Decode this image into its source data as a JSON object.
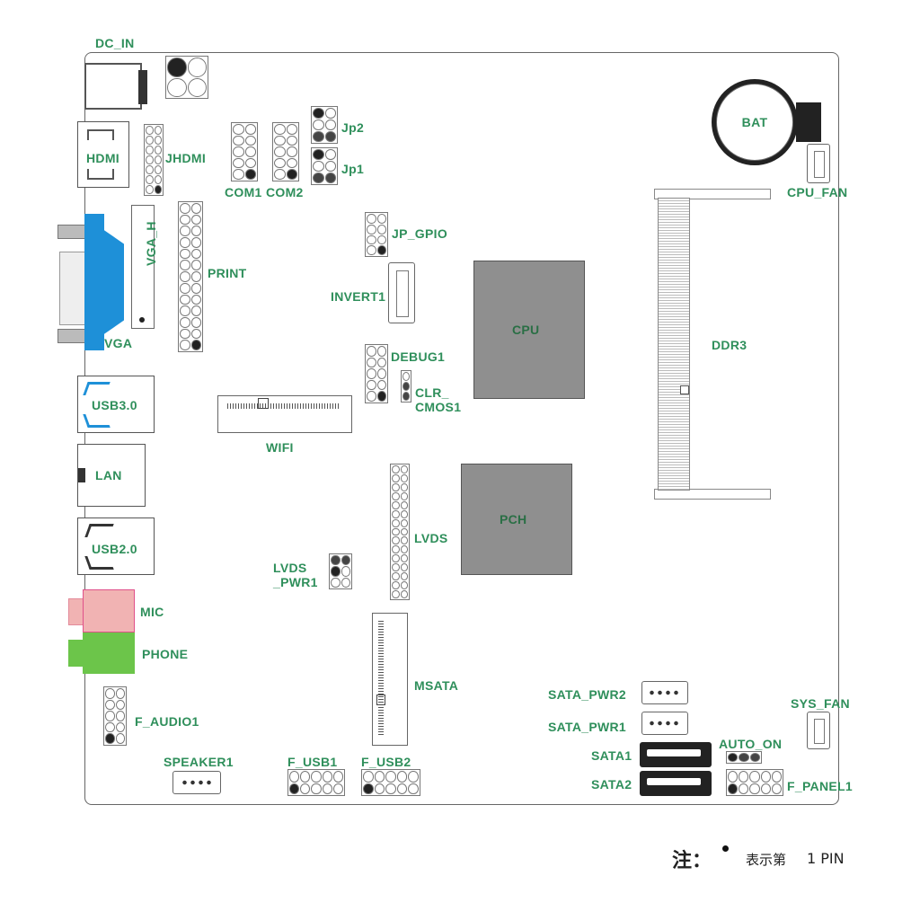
{
  "labels": {
    "dc_in": "DC_IN",
    "hdmi": "HDMI",
    "jhdmi": "JHDMI",
    "com1": "COM1",
    "com2": "COM2",
    "jp2": "Jp2",
    "jp1": "Jp1",
    "bat": "BAT",
    "cpu_fan": "CPU_FAN",
    "vga_h": "VGA_H",
    "print": "PRINT",
    "jp_gpio": "JP_GPIO",
    "invert1": "INVERT1",
    "vga": "VGA",
    "cpu": "CPU",
    "ddr3": "DDR3",
    "debug1": "DEBUG1",
    "usb30": "USB3.0",
    "clr": "CLR_",
    "cmos1": "CMOS1",
    "wifi": "WIFI",
    "lan": "LAN",
    "pch": "PCH",
    "lvds": "LVDS",
    "usb20": "USB2.0",
    "lvds_pwr_a": "LVDS",
    "lvds_pwr_b": "_PWR1",
    "mic": "MIC",
    "phone": "PHONE",
    "msata": "MSATA",
    "sata_pwr2": "SATA_PWR2",
    "sata_pwr1": "SATA_PWR1",
    "sys_fan": "SYS_FAN",
    "f_audio1": "F_AUDIO1",
    "sata1": "SATA1",
    "auto_on": "AUTO_ON",
    "speaker1": "SPEAKER1",
    "f_usb1": "F_USB1",
    "f_usb2": "F_USB2",
    "sata2": "SATA2",
    "f_panel1": "F_PANEL1"
  },
  "note": {
    "prefix": "注：",
    "text": "表示第",
    "pin": "1 PIN"
  },
  "colors": {
    "label": "#2f8f5b",
    "chip": "#8f8f8f",
    "vga_port": "#1e90d8",
    "mic_jack": "#f1b3b3",
    "phone_jack": "#6cc54a"
  }
}
